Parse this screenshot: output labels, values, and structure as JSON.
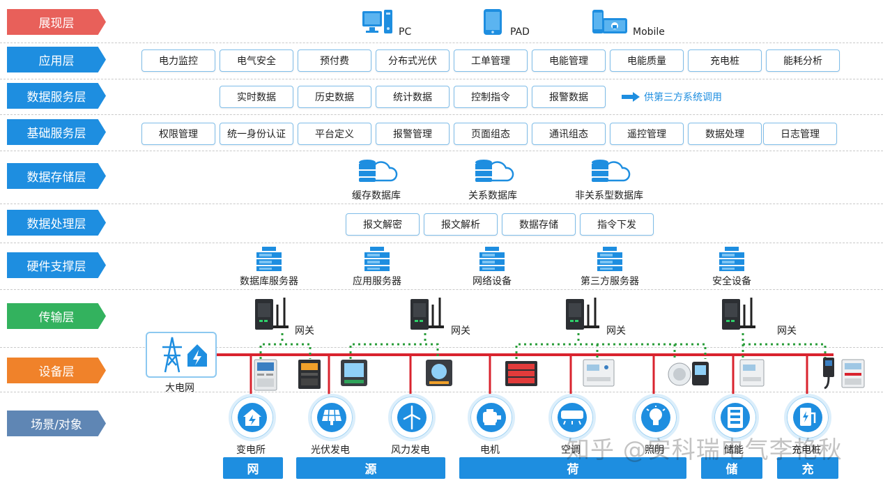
{
  "layers": {
    "presentation": "展现层",
    "application": "应用层",
    "data_service": "数据服务层",
    "base_service": "基础服务层",
    "storage": "数据存储层",
    "processing": "数据处理层",
    "hardware": "硬件支撑层",
    "transport": "传输层",
    "device": "设备层",
    "scene": "场景/对象"
  },
  "presentation": {
    "pc": "PC",
    "pad": "PAD",
    "mobile": "Mobile"
  },
  "application": [
    "电力监控",
    "电气安全",
    "预付费",
    "分布式光伏",
    "工单管理",
    "电能管理",
    "电能质量",
    "充电桩",
    "能耗分析"
  ],
  "data_service": [
    "实时数据",
    "历史数据",
    "统计数据",
    "控制指令",
    "报警数据"
  ],
  "third_party": "供第三方系统调用",
  "base_service": [
    "权限管理",
    "统一身份认证",
    "平台定义",
    "报警管理",
    "页面组态",
    "通讯组态",
    "遥控管理",
    "数据处理",
    "日志管理"
  ],
  "storage": [
    "缓存数据库",
    "关系数据库",
    "非关系型数据库"
  ],
  "processing": [
    "报文解密",
    "报文解析",
    "数据存储",
    "指令下发"
  ],
  "hardware": [
    "数据库服务器",
    "应用服务器",
    "网络设备",
    "第三方服务器",
    "安全设备"
  ],
  "gateway": "网关",
  "grid": "大电网",
  "scenes": [
    "变电所",
    "光伏发电",
    "风力发电",
    "电机",
    "空调",
    "照明",
    "储能",
    "充电桩"
  ],
  "categories": [
    "网",
    "源",
    "荷",
    "储",
    "充"
  ],
  "watermark": "知乎 @安科瑞电气李艳秋",
  "colors": {
    "accent": "#1e8ee0",
    "bus": "#d9232e",
    "link": "#2a9d3a",
    "presentation": "#e8605a",
    "transport": "#33b25e",
    "device": "#f0822a"
  }
}
